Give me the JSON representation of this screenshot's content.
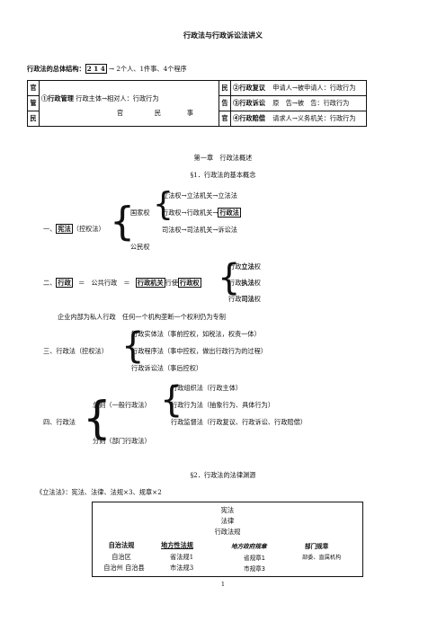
{
  "title": "行政法与行政诉讼法讲义",
  "structure": {
    "label": "行政法的总体结构：",
    "code": "2 1 4",
    "desc": "→ 2个人、1件事、4个程序",
    "left_vert": [
      "官",
      "管",
      "民"
    ],
    "middle": {
      "main": "①行政管理",
      "rest": "行政主体→相对人：行政行为",
      "sub": [
        "官",
        "民",
        "事"
      ]
    },
    "right_vert": [
      "民",
      "告",
      "官"
    ],
    "right_rows": [
      {
        "name": "②行政复议",
        "desc": "申请人→被申请人：行政行为"
      },
      {
        "name": "③行政诉讼",
        "desc": "原　告→被　告：行政行为"
      },
      {
        "name": "④行政赔偿",
        "desc": "请求人→义务机关：行政行为"
      }
    ]
  },
  "chapter1": "第一章　行政法概述",
  "section1": "§1．行政法的基本概念",
  "diagram1": {
    "lead_pre": "一、",
    "lead_box": "宪法",
    "lead_post": "（控权法）",
    "state_power": "国家权",
    "public_power": "公民权",
    "lines": [
      {
        "text": "立法权→立法机关→立法法",
        "box": ""
      },
      {
        "text": "行政权→行政机关→",
        "box": "行政法"
      },
      {
        "text": "司法权→司法机关→诉讼法",
        "box": ""
      }
    ]
  },
  "diagram2": {
    "pre": "二、",
    "box1": "行政",
    "eq1": "＝　公共行政　＝",
    "box2": "行政机关",
    "mid": "行使",
    "box3": "行政权",
    "right": [
      {
        "pre": "行政",
        "bold": "立法",
        "post": "权"
      },
      {
        "pre": "行政",
        "bold": "执法",
        "post": "权"
      },
      {
        "pre": "行政",
        "bold": "司法",
        "post": "权"
      }
    ]
  },
  "enterprise_line": "企业内部为私人行政　任何一个机构垄断一个权利仍为专制",
  "diagram3": {
    "lead": "三、行政法（控权法）",
    "items": [
      "行政实体法（事前控权，如税法，权责一体）",
      "行政程序法（事中控权，做出行政行为的过程）",
      "行政诉讼法（事后控权）"
    ]
  },
  "diagram4": {
    "lead": "四、行政法",
    "general": "总则（一般行政法）",
    "sub": [
      "行政组织法（行政主体）",
      "行政行为法（抽象行为、具体行为）",
      "行政监督法（行政复议、行政诉讼、行政赔偿）"
    ],
    "partial": "分则（部门行政法）"
  },
  "section2": "§2．行政法的法律渊源",
  "legislation_line": "《立法法》：宪法、法律、法规×3、规章×2",
  "sources_box": {
    "top": [
      "宪法",
      "法律",
      "行政法规"
    ],
    "headers": [
      "自治法规",
      "地方性法规",
      "地方政府规章",
      "部门规章"
    ],
    "row1": [
      "自治区",
      "省法规1",
      "省规章1",
      "部委、直属机构"
    ],
    "row2": [
      "自治州 自治县",
      "市法规3",
      "市规章3"
    ]
  },
  "page_number": "1"
}
